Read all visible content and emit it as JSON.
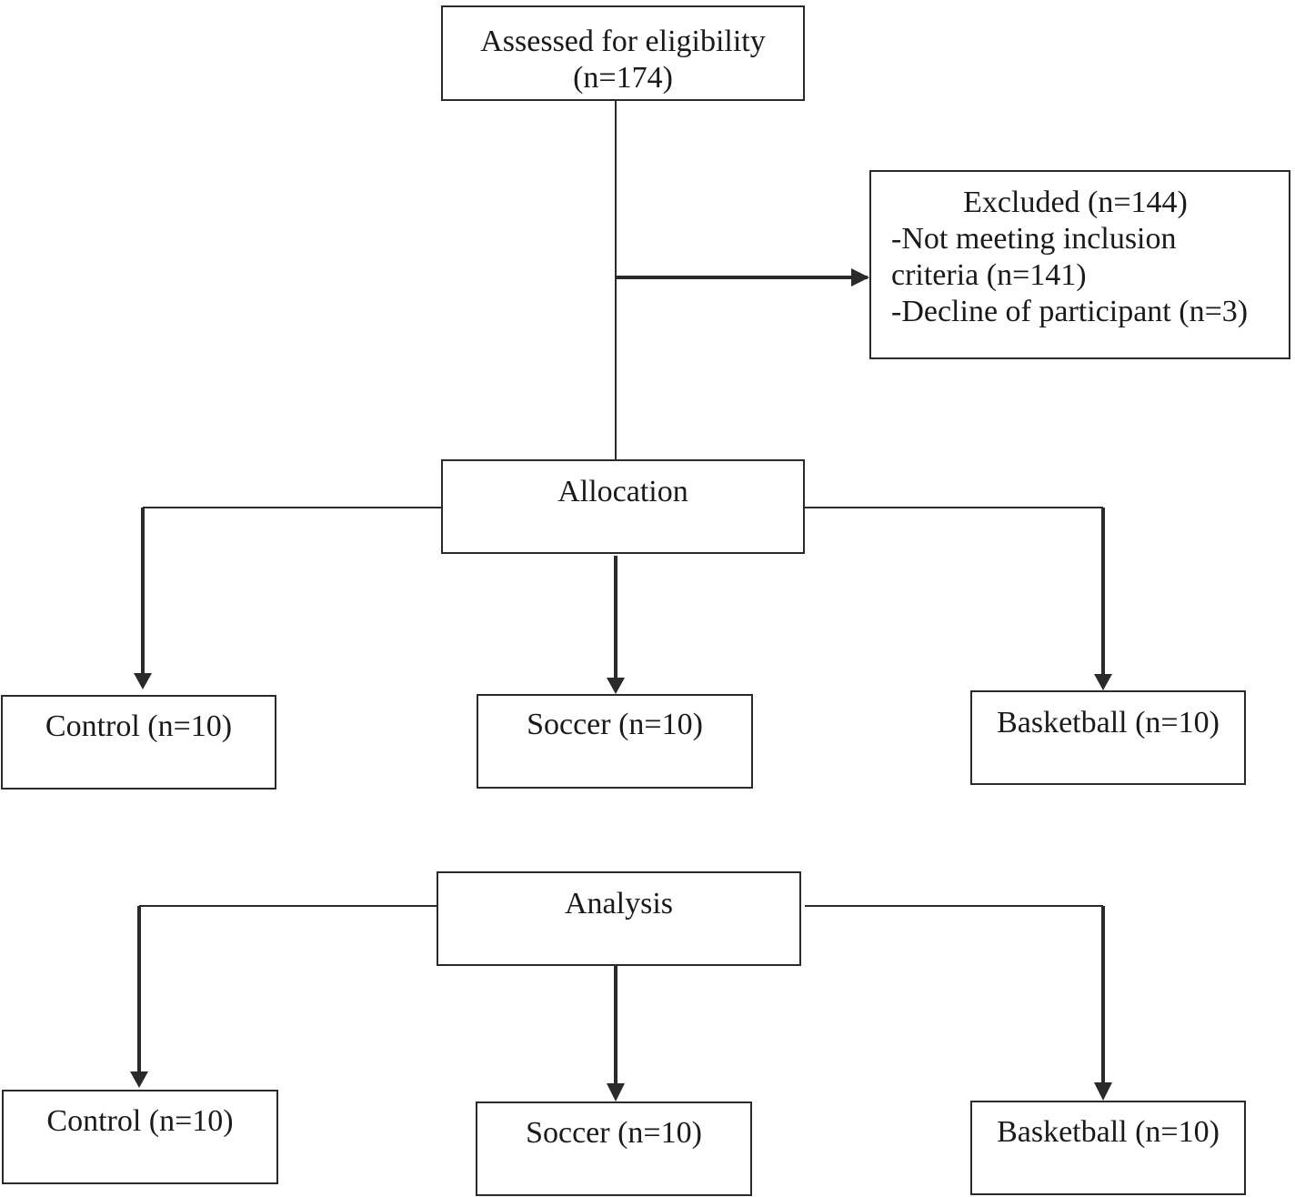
{
  "flow": {
    "assessed": {
      "line1": "Assessed for eligibility",
      "line2": "(n=174)"
    },
    "excluded": {
      "header": "Excluded (n=144)",
      "item1_line1": "-Not meeting inclusion",
      "item1_line2": "criteria (n=141)",
      "item2": "-Decline of participant (n=3)"
    },
    "allocation": {
      "title": "Allocation",
      "groups": [
        "Control (n=10)",
        "Soccer (n=10)",
        "Basketball (n=10)"
      ]
    },
    "analysis": {
      "title": "Analysis",
      "groups": [
        "Control (n=10)",
        "Soccer (n=10)",
        "Basketball (n=10)"
      ]
    }
  },
  "colors": {
    "stroke": "#2a2a2a",
    "text": "#1a1a1a",
    "background": "#ffffff"
  }
}
